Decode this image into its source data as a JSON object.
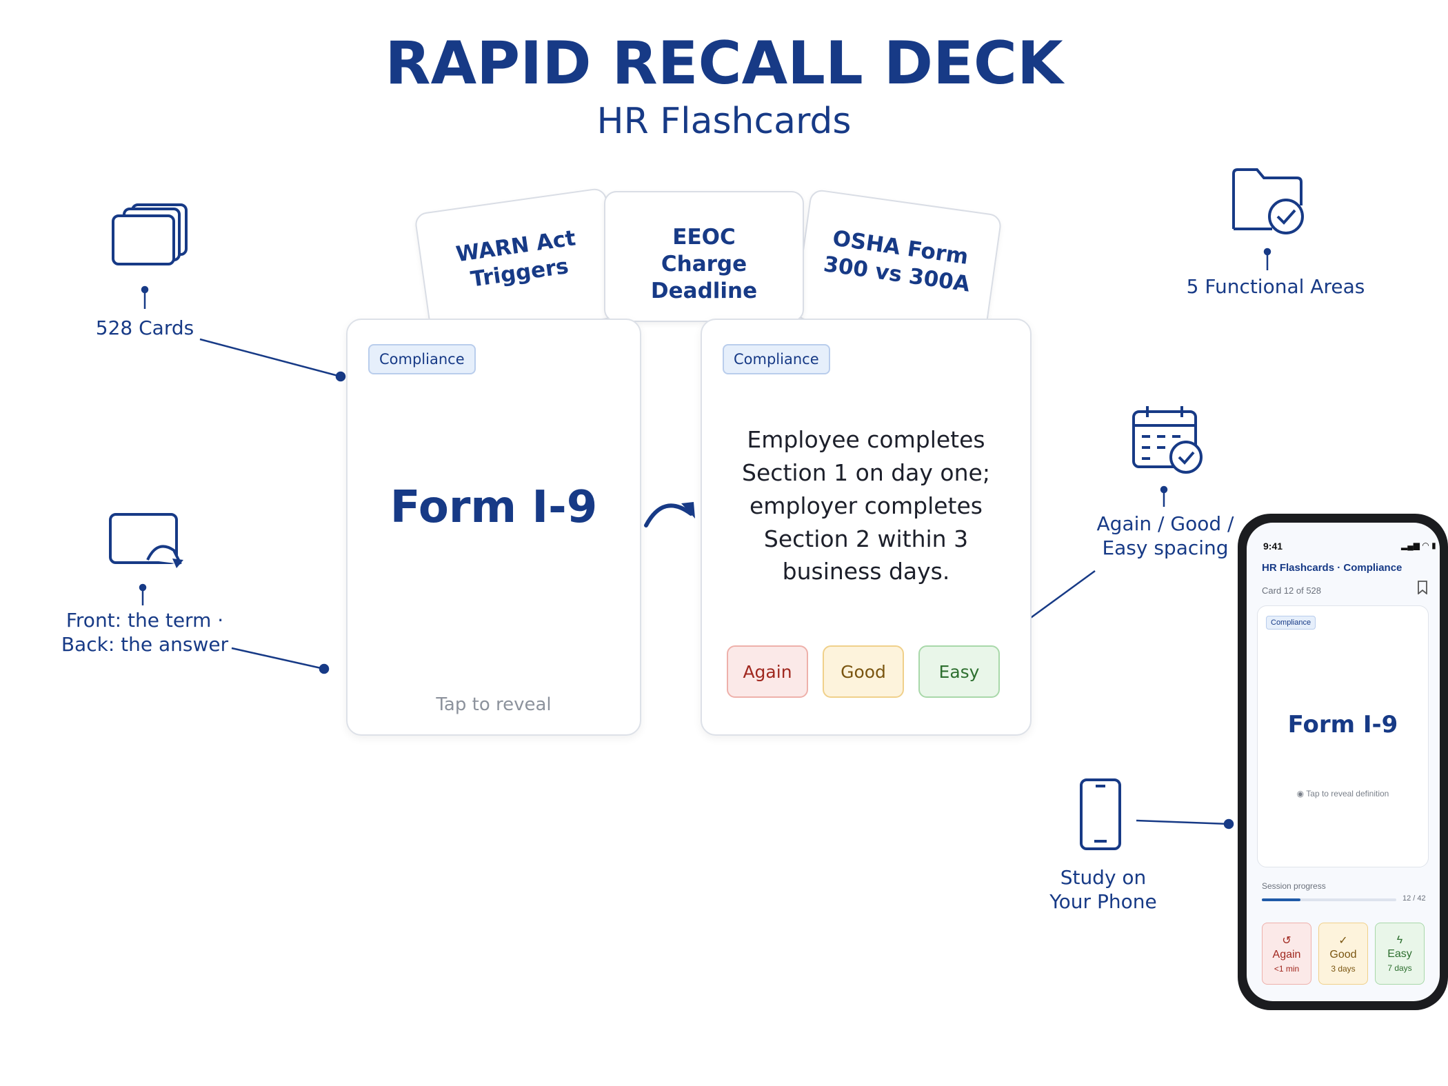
{
  "header": {
    "title": "RAPID RECALL DECK",
    "subtitle": "HR Flashcards"
  },
  "features": {
    "cards_count": {
      "label": "528 Cards",
      "icon": "card-stack-icon"
    },
    "functional_areas": {
      "label": "5 Functional Areas",
      "icon": "folder-check-icon"
    },
    "front_back": {
      "label_line1": "Front: the term ·",
      "label_line2": "Back: the answer",
      "icon": "card-flip-icon"
    },
    "spacing": {
      "label_line1": "Again / Good /",
      "label_line2": "Easy spacing",
      "icon": "calendar-check-icon"
    },
    "phone_study": {
      "label_line1": "Study on",
      "label_line2": "Your Phone",
      "icon": "smartphone-icon"
    }
  },
  "back_cards": [
    {
      "title": "WARN Act Triggers"
    },
    {
      "title": "EEOC Charge Deadline"
    },
    {
      "title": "OSHA Form 300 vs 300A"
    }
  ],
  "front_card": {
    "tag": "Compliance",
    "term": "Form I-9",
    "hint": "Tap to reveal"
  },
  "back_card": {
    "tag": "Compliance",
    "answer": "Employee completes Section 1 on day one; employer completes Section 2 within 3 business days.",
    "buttons": {
      "again": "Again",
      "good": "Good",
      "easy": "Easy"
    }
  },
  "phone": {
    "time": "9:41",
    "header": "HR Flashcards · Compliance",
    "card_counter": "Card 12 of 528",
    "tag": "Compliance",
    "term": "Form I-9",
    "hint": "Tap to reveal definition",
    "progress_label": "Session progress",
    "progress_text": "12 / 42",
    "progress_fraction": 0.286,
    "buttons": [
      {
        "label": "Again",
        "sub": "<1 min"
      },
      {
        "label": "Good",
        "sub": "3 days"
      },
      {
        "label": "Easy",
        "sub": "7 days"
      }
    ]
  },
  "colors": {
    "brand_navy": "#173a86",
    "again": "#a0281f",
    "good": "#7a5510",
    "easy": "#2d6f2f"
  }
}
